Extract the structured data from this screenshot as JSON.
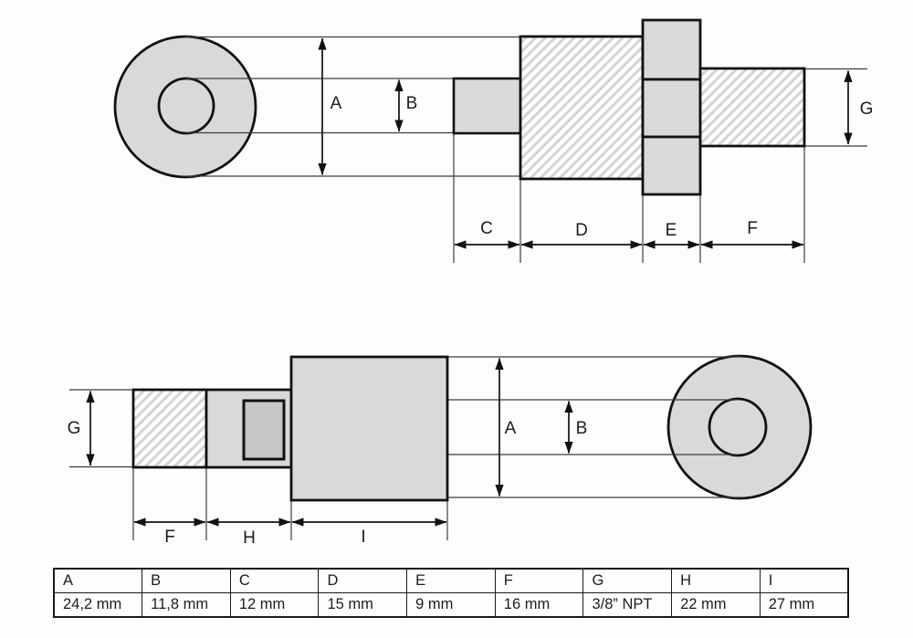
{
  "drawing": {
    "type": "technical-dimension-drawing",
    "views": [
      "cylinder-side-view-eye-left",
      "cylinder-side-view-eye-right"
    ],
    "colors": {
      "background": "#fdfdfd",
      "part_fill": "#d9d9d9",
      "insert_fill": "#c6c6c6",
      "outline": "#111111",
      "hatch_line": "#d4d4d4",
      "dimension_line": "#111111",
      "extension_line": "#3d3d3d"
    }
  },
  "dimension_labels": {
    "A": "A",
    "B": "B",
    "C": "C",
    "D": "D",
    "E": "E",
    "F": "F",
    "G": "G",
    "H": "H",
    "I": "I"
  },
  "table": {
    "headers": [
      "A",
      "B",
      "C",
      "D",
      "E",
      "F",
      "G",
      "H",
      "I"
    ],
    "values": [
      "24,2 mm",
      "11,8 mm",
      "12 mm",
      "15 mm",
      "9 mm",
      "16 mm",
      "3/8” NPT",
      "22 mm",
      "27 mm"
    ]
  }
}
